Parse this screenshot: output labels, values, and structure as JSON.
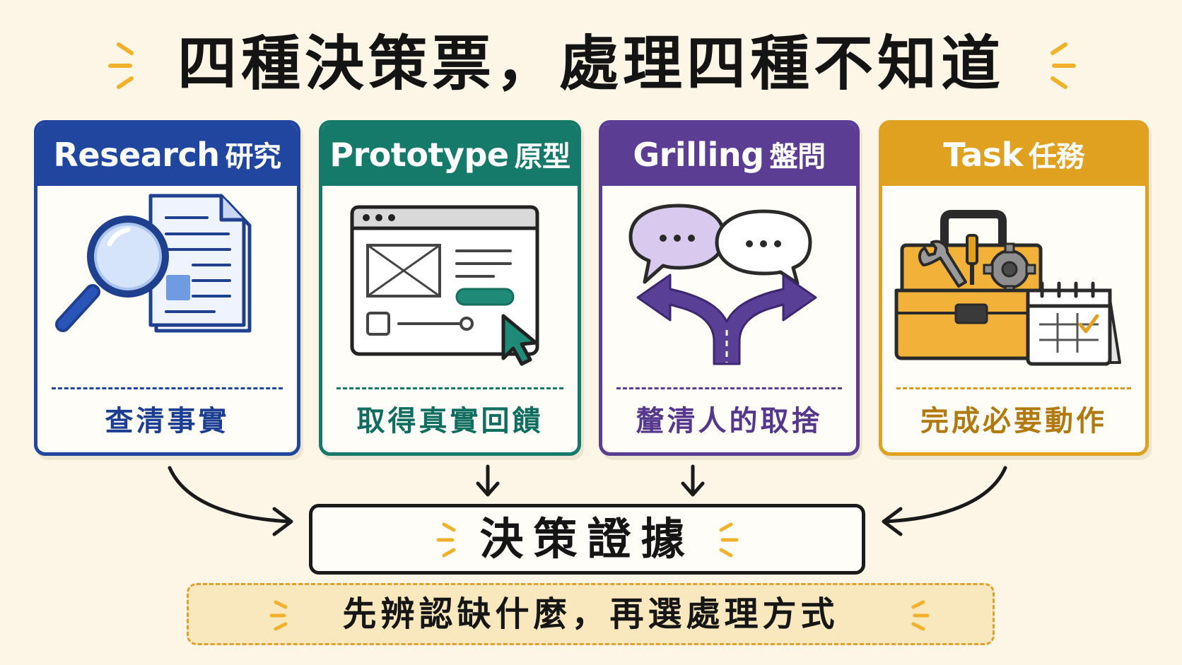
{
  "title": "四種決策票，處理四種不知道",
  "colors": {
    "background": "#fdf6e7",
    "research": "#2146a0",
    "prototype": "#167a6a",
    "grilling": "#5b3d94",
    "task": "#e0a020",
    "sparkle": "#f2b12a"
  },
  "cards": [
    {
      "id": "research",
      "title_en": "Research",
      "title_zh": "研究",
      "caption": "查清事實",
      "icon": "magnifying-glass-document-icon"
    },
    {
      "id": "prototype",
      "title_en": "Prototype",
      "title_zh": "原型",
      "caption": "取得真實回饋",
      "icon": "wireframe-browser-cursor-icon"
    },
    {
      "id": "grilling",
      "title_en": "Grilling",
      "title_zh": "盤問",
      "caption": "釐清人的取捨",
      "icon": "speech-bubbles-fork-road-icon"
    },
    {
      "id": "task",
      "title_en": "Task",
      "title_zh": "任務",
      "caption": "完成必要動作",
      "icon": "toolbox-calendar-icon"
    }
  ],
  "evidence": "決策證據",
  "footer": "先辨認缺什麼，再選處理方式"
}
